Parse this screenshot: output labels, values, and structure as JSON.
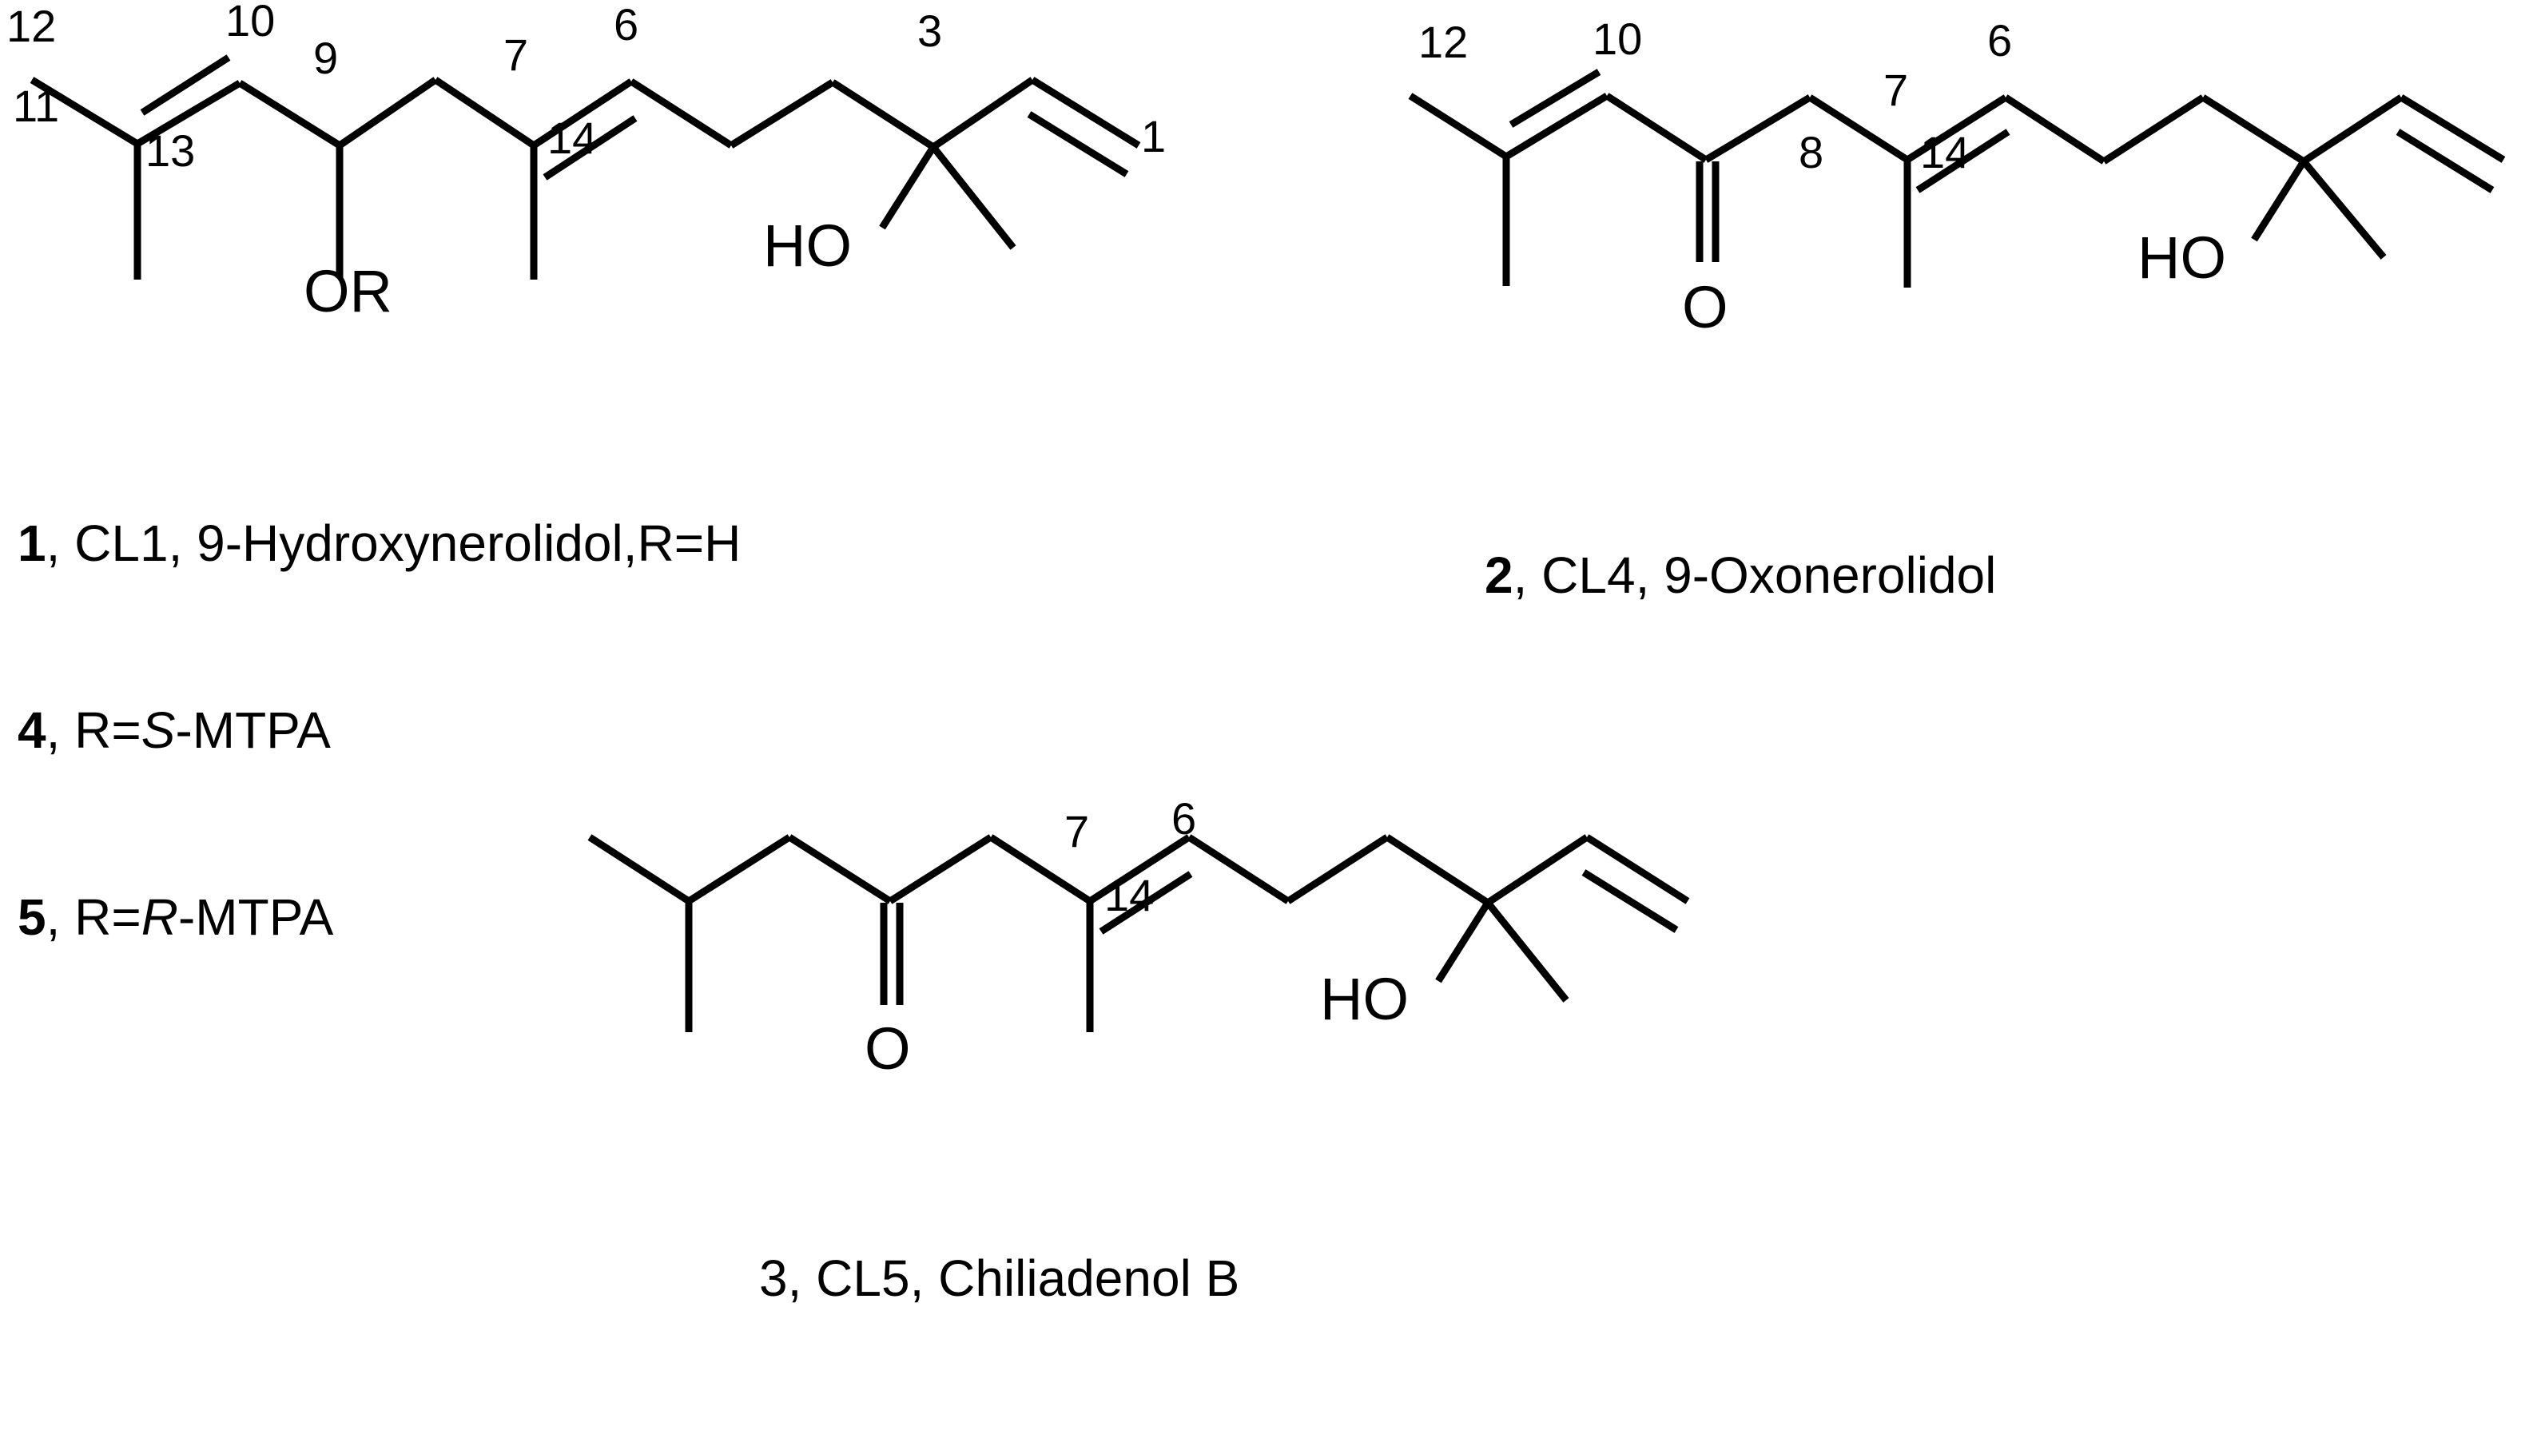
{
  "figure": {
    "title": "Chemical structures of nerolidol derivatives",
    "background_color": "#ffffff",
    "line_color": "#000000"
  },
  "structures": [
    {
      "id": "structure-1",
      "name": "9-Hydroxynerolidol",
      "atom_labels": [
        {
          "id": "or-group",
          "text": "OR"
        },
        {
          "id": "hydroxyl",
          "text": "HO"
        }
      ],
      "locants": [
        {
          "id": "c12",
          "text": "12"
        },
        {
          "id": "c10",
          "text": "10"
        },
        {
          "id": "c9",
          "text": "9"
        },
        {
          "id": "c11",
          "text": "11"
        },
        {
          "id": "c13",
          "text": "13"
        },
        {
          "id": "c7",
          "text": "7"
        },
        {
          "id": "c14",
          "text": "14"
        },
        {
          "id": "c6",
          "text": "6"
        },
        {
          "id": "c3",
          "text": "3"
        },
        {
          "id": "c1",
          "text": "1"
        }
      ],
      "caption_lines": [
        {
          "number": "1",
          "bold_number": true,
          "rest": ", CL1, 9-Hydroxynerolidol,R=H"
        },
        {
          "number": "4",
          "bold_number": true,
          "prefix": ", R=",
          "italic": "S",
          "suffix": "-MTPA"
        },
        {
          "number": "5",
          "bold_number": true,
          "prefix": ", R=",
          "italic": "R",
          "suffix": "-MTPA"
        }
      ]
    },
    {
      "id": "structure-2",
      "name": "9-Oxonerolidol",
      "atom_labels": [
        {
          "id": "ketone-oxygen",
          "text": "O"
        },
        {
          "id": "hydroxyl",
          "text": "HO"
        }
      ],
      "locants": [
        {
          "id": "c12",
          "text": "12"
        },
        {
          "id": "c10",
          "text": "10"
        },
        {
          "id": "c8",
          "text": "8"
        },
        {
          "id": "c7",
          "text": "7"
        },
        {
          "id": "c14",
          "text": "14"
        },
        {
          "id": "c6",
          "text": "6"
        }
      ],
      "caption_lines": [
        {
          "number": "2",
          "bold_number": true,
          "rest": ", CL4, 9-Oxonerolidol"
        }
      ]
    },
    {
      "id": "structure-3",
      "name": "Chiliadenol B",
      "atom_labels": [
        {
          "id": "ketone-oxygen",
          "text": "O"
        },
        {
          "id": "hydroxyl",
          "text": "HO"
        }
      ],
      "locants": [
        {
          "id": "c7",
          "text": "7"
        },
        {
          "id": "c14",
          "text": "14"
        },
        {
          "id": "c6",
          "text": "6"
        }
      ],
      "caption_lines": [
        {
          "number": "3",
          "bold_number": false,
          "rest": ", CL5, Chiliadenol B"
        }
      ]
    }
  ],
  "captions": {
    "one": {
      "l1_num": "1",
      "l1_rest": ", CL1, 9-Hydroxynerolidol,R=H",
      "l2_num": "4",
      "l2_pre": ", R=",
      "l2_ital": "S",
      "l2_post": "-MTPA",
      "l3_num": "5",
      "l3_pre": ", R=",
      "l3_ital": "R",
      "l3_post": "-MTPA"
    },
    "two": {
      "num": "2",
      "rest": ", CL4, 9-Oxonerolidol"
    },
    "three": {
      "num": "3",
      "rest": ", CL5, Chiliadenol B"
    }
  },
  "labels": {
    "or": "OR",
    "ho": "HO",
    "o": "O",
    "n1": "1",
    "n3": "3",
    "n6": "6",
    "n7": "7",
    "n8": "8",
    "n9": "9",
    "n10": "10",
    "n11": "11",
    "n12": "12",
    "n13": "13",
    "n14": "14"
  }
}
